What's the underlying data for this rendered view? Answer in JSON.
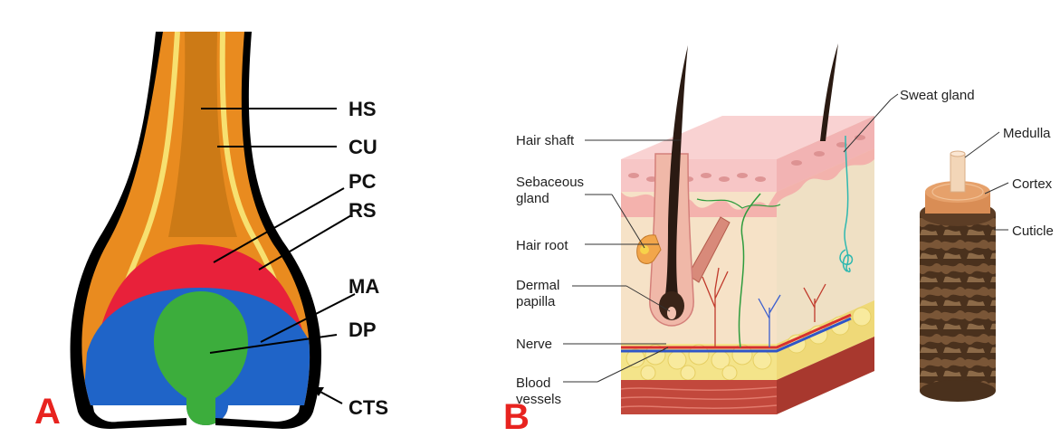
{
  "panel_a": {
    "letter": "A",
    "labels": {
      "hs": "HS",
      "cu": "CU",
      "pc": "PC",
      "rs": "RS",
      "ma": "MA",
      "dp": "DP",
      "cts": "CTS"
    },
    "colors": {
      "outline": "#000000",
      "outer_sheath": "#e98b1f",
      "inner_stripe": "#f7e070",
      "shaft_core": "#cc7a16",
      "matrix_red": "#e8213a",
      "blue_bulb": "#1f64c8",
      "papilla_green": "#3cad3c"
    }
  },
  "panel_b": {
    "letter": "B",
    "labels": {
      "hair_shaft": "Hair shaft",
      "sebaceous_gland_1": "Sebaceous",
      "sebaceous_gland_2": "gland",
      "hair_root": "Hair root",
      "dermal_papilla_1": "Dermal",
      "dermal_papilla_2": "papilla",
      "nerve": "Nerve",
      "blood_vessels_1": "Blood",
      "blood_vessels_2": "vessels",
      "sweat_gland": "Sweat gland",
      "medulla": "Medulla",
      "cortex": "Cortex",
      "cuticle": "Cuticle"
    },
    "colors": {
      "epidermis": "#f7c6c6",
      "dermis": "#f6e2c7",
      "fat": "#f4e48a",
      "muscle_base": "#c2483c",
      "hair": "#2a1a12",
      "cuticle_strand": "#5c3d25",
      "cortex_ring": "#e6a16b",
      "medulla_core": "#f3d6b8"
    }
  }
}
